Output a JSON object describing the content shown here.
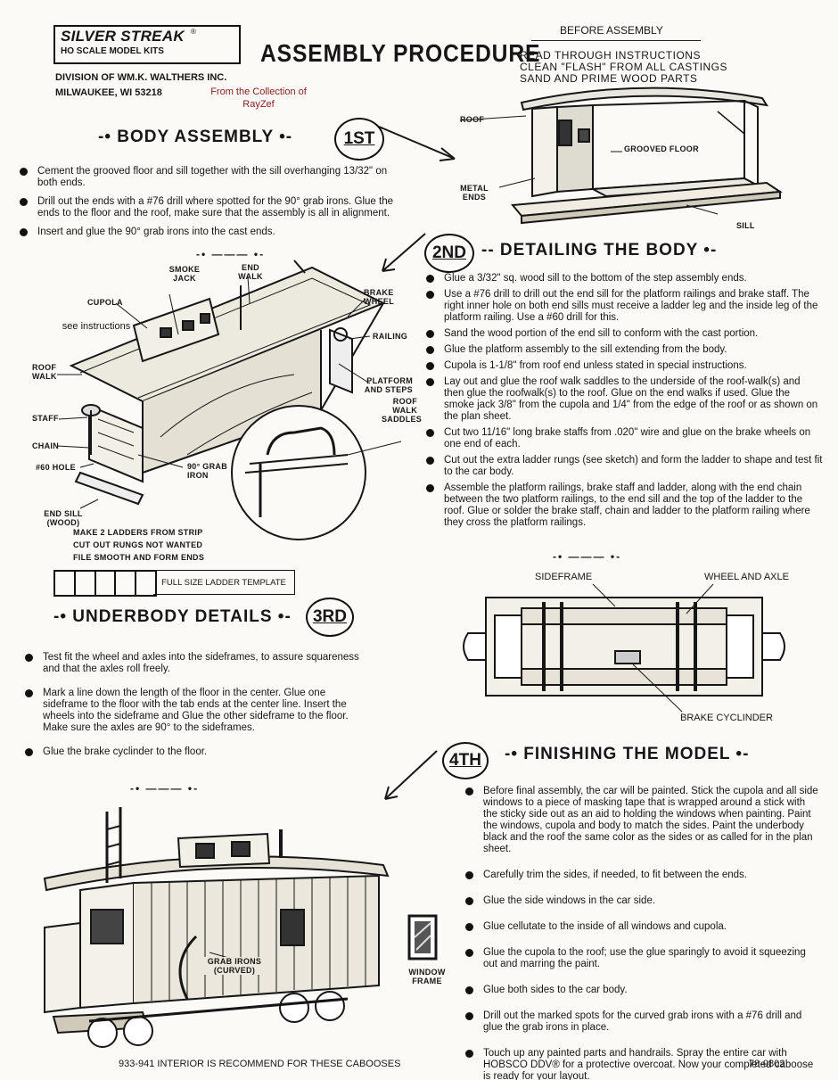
{
  "header": {
    "brand": "SILVER STREAK",
    "brand_mark": "®",
    "subtitle": "HO SCALE MODEL KITS",
    "division": "DIVISION OF WM.K. WALTHERS INC.",
    "city": "MILWAUKEE, WI 53218",
    "collection_line1": "From the Collection of",
    "collection_line2": "RayZef",
    "title": "ASSEMBLY PROCEDURE"
  },
  "before_assembly": {
    "title": "BEFORE ASSEMBLY",
    "lines": [
      "READ THROUGH INSTRUCTIONS",
      "CLEAN \"FLASH\" FROM ALL CASTINGS",
      "SAND AND PRIME WOOD PARTS"
    ]
  },
  "section1": {
    "heading": "-• BODY ASSEMBLY •-",
    "badge": "1ST",
    "bullets": [
      "Cement the grooved floor and sill together with the sill overhanging 13/32\" on both ends.",
      "Drill out the ends with a #76 drill where spotted for the 90° grab irons. Glue the ends to the floor and the roof, make sure that the assembly is all in alignment.",
      "Insert and glue the 90° grab irons into the cast ends."
    ]
  },
  "fig1": {
    "roof": "ROOF",
    "grooved_floor": "GROOVED FLOOR",
    "metal_ends": "METAL ENDS",
    "sill": "SILL"
  },
  "section2": {
    "heading": "-- DETAILING THE BODY •-",
    "badge": "2ND",
    "bullets": [
      "Glue a 3/32\" sq. wood sill to the bottom of the step assembly ends.",
      "Use a #76 drill to drill out the end sill for the platform railings and brake staff. The right inner hole on both end sills must receive a ladder leg and the inside leg of the platform railing. Use a #60 drill for this.",
      "Sand the wood portion of the end sill to conform with the cast portion.",
      "Glue the platform assembly to the sill extending from the body.",
      "Cupola is 1-1/8\" from roof end unless stated in special instructions.",
      "Lay out and glue the roof walk saddles to the underside of the roof-walk(s) and then glue the roofwalk(s) to the roof. Glue on the end walks if used. Glue the smoke jack 3/8\" from the cupola and 1/4\" from the edge of the roof or as shown on the plan sheet.",
      "Cut two 11/16\" long brake staffs from .020\" wire and glue on the brake wheels on one end of each.",
      "Cut out the extra ladder rungs (see sketch) and form the ladder to shape and test fit to the car body.",
      "Assemble the platform railings, brake staff and ladder, along with the end chain between the two platform railings, to the end sill and the top of the ladder to the roof. Glue or solder the brake staff, chain and ladder to the platform railing where they cross the platform railings."
    ]
  },
  "fig2": {
    "smoke_jack": "SMOKE JACK",
    "end_walk": "END WALK",
    "brake_wheel": "BRAKE WHEEL",
    "cupola": "CUPOLA",
    "see_instructions": "see instructions",
    "railing": "RAILING",
    "roof_walk": "ROOF WALK",
    "platform_steps": "PLATFORM AND STEPS",
    "roof_walk_saddles": "ROOF WALK SADDLES",
    "staff": "STAFF",
    "chain": "CHAIN",
    "hole60": "#60 HOLE",
    "grab_iron": "90° GRAB IRON",
    "end_sill": "END SILL (WOOD)",
    "ladder_note1": "MAKE 2 LADDERS FROM STRIP",
    "ladder_note2": "CUT OUT RUNGS NOT WANTED",
    "ladder_note3": "FILE SMOOTH AND FORM ENDS",
    "ladder_template": "FULL SIZE LADDER TEMPLATE"
  },
  "section3": {
    "heading": "-• UNDERBODY DETAILS •-",
    "badge": "3RD",
    "bullets": [
      "Test fit the wheel and axles into the sideframes, to assure squareness and that the axles roll freely.",
      "Mark a line down the length of the floor in the center. Glue one sideframe to the floor with the tab ends at the center line. Insert the wheels into the sideframe and Glue the other sideframe to the floor. Make sure the axles are 90° to the sideframes.",
      "Glue the brake cyclinder to the floor."
    ]
  },
  "fig3": {
    "sideframe": "SIDEFRAME",
    "wheel_axle": "WHEEL AND AXLE",
    "brake_cylinder": "BRAKE CYCLINDER"
  },
  "section4": {
    "heading": "-• FINISHING THE MODEL •-",
    "badge": "4TH",
    "bullets": [
      "Before final assembly, the car will be painted. Stick the cupola and all side windows to a piece of masking tape that is wrapped around a stick with the sticky side out as an aid to holding the windows when painting. Paint the windows, cupola and body to match the sides. Paint the underbody black and the roof the same color as the sides or as called for in the plan sheet.",
      "Carefully trim the sides, if needed, to fit between the ends.",
      "Glue the side windows in the car side.",
      "Glue cellutate to the inside of all windows and cupola.",
      "Glue the cupola to the roof; use the glue sparingly to avoid it squeezing out and marring the paint.",
      "Glue both sides to the car body.",
      "Drill out the marked spots for the curved grab irons with a #76 drill and glue the grab irons in place.",
      "Touch up any painted parts and handrails. Spray the entire car with HOBSCO DDV® for a protective overcoat. Now your completed caboose is ready for your layout."
    ]
  },
  "fig4": {
    "grab_irons": "GRAB IRONS (CURVED)",
    "window_frame": "WINDOW FRAME"
  },
  "footer": {
    "note": "933-941 INTERIOR IS RECOMMEND FOR THESE CABOOSES",
    "code": "78-0802"
  },
  "divider": "-• ——— •-",
  "colors": {
    "ink": "#161616",
    "paper": "#fbfaf6",
    "stamp": "#8b1a1a"
  }
}
